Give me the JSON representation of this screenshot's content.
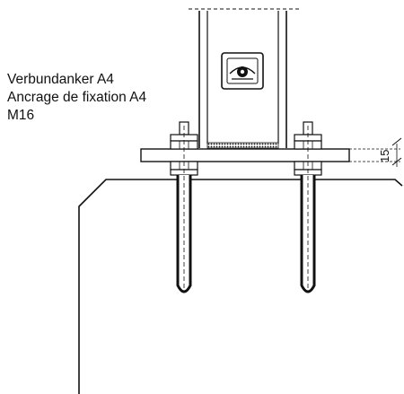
{
  "labels": {
    "line1": "Verbundanker A4",
    "line2": "Ancrage de fixation A4",
    "line3": "M16"
  },
  "dimension": {
    "plate_thickness": "15"
  },
  "icons": {
    "post_marking": "diamond-emblem-icon"
  },
  "colors": {
    "line": "#111111",
    "background": "#ffffff"
  }
}
